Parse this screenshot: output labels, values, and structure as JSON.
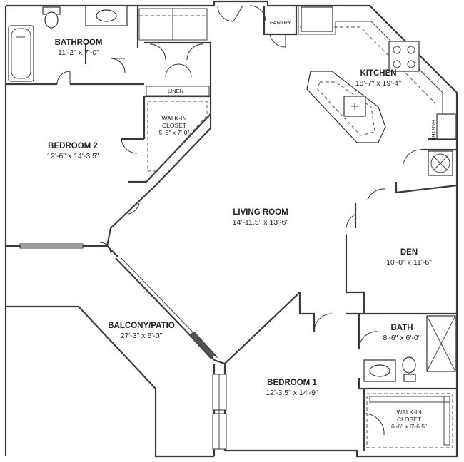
{
  "rooms": {
    "bathroom": {
      "name": "BATHROOM",
      "dims": "11'-2\" x 7'-0\""
    },
    "kitchen": {
      "name": "KITCHEN",
      "dims": "18'-7\" x 19'-4\""
    },
    "bedroom2": {
      "name": "BEDROOM 2",
      "dims": "12'-6\" x 14'-3.5\""
    },
    "walkin1": {
      "name": "WALK-IN\nCLOSET",
      "dims": "5'-6\" x 7'-0\""
    },
    "living": {
      "name": "LIVING ROOM",
      "dims": "14'-11.5\" x 13'-6\""
    },
    "den": {
      "name": "DEN",
      "dims": "10'-0\" x 11'-6\""
    },
    "balcony": {
      "name": "BALCONY/PATIO",
      "dims": "27'-3\" x 6'-0\""
    },
    "bath": {
      "name": "BATH",
      "dims": "8'-6\" x 6'-0\""
    },
    "bedroom1": {
      "name": "BEDROOM 1",
      "dims": "12'-3.5\" x 14'-9\""
    },
    "walkin2": {
      "name": "WALK-IN\nCLOSET",
      "dims": "6'-6\" x 6'-6.5\""
    }
  },
  "tags": {
    "pantry_top": "PANTRY",
    "pantry_side": "PANTRY",
    "linen": "LINEN"
  }
}
